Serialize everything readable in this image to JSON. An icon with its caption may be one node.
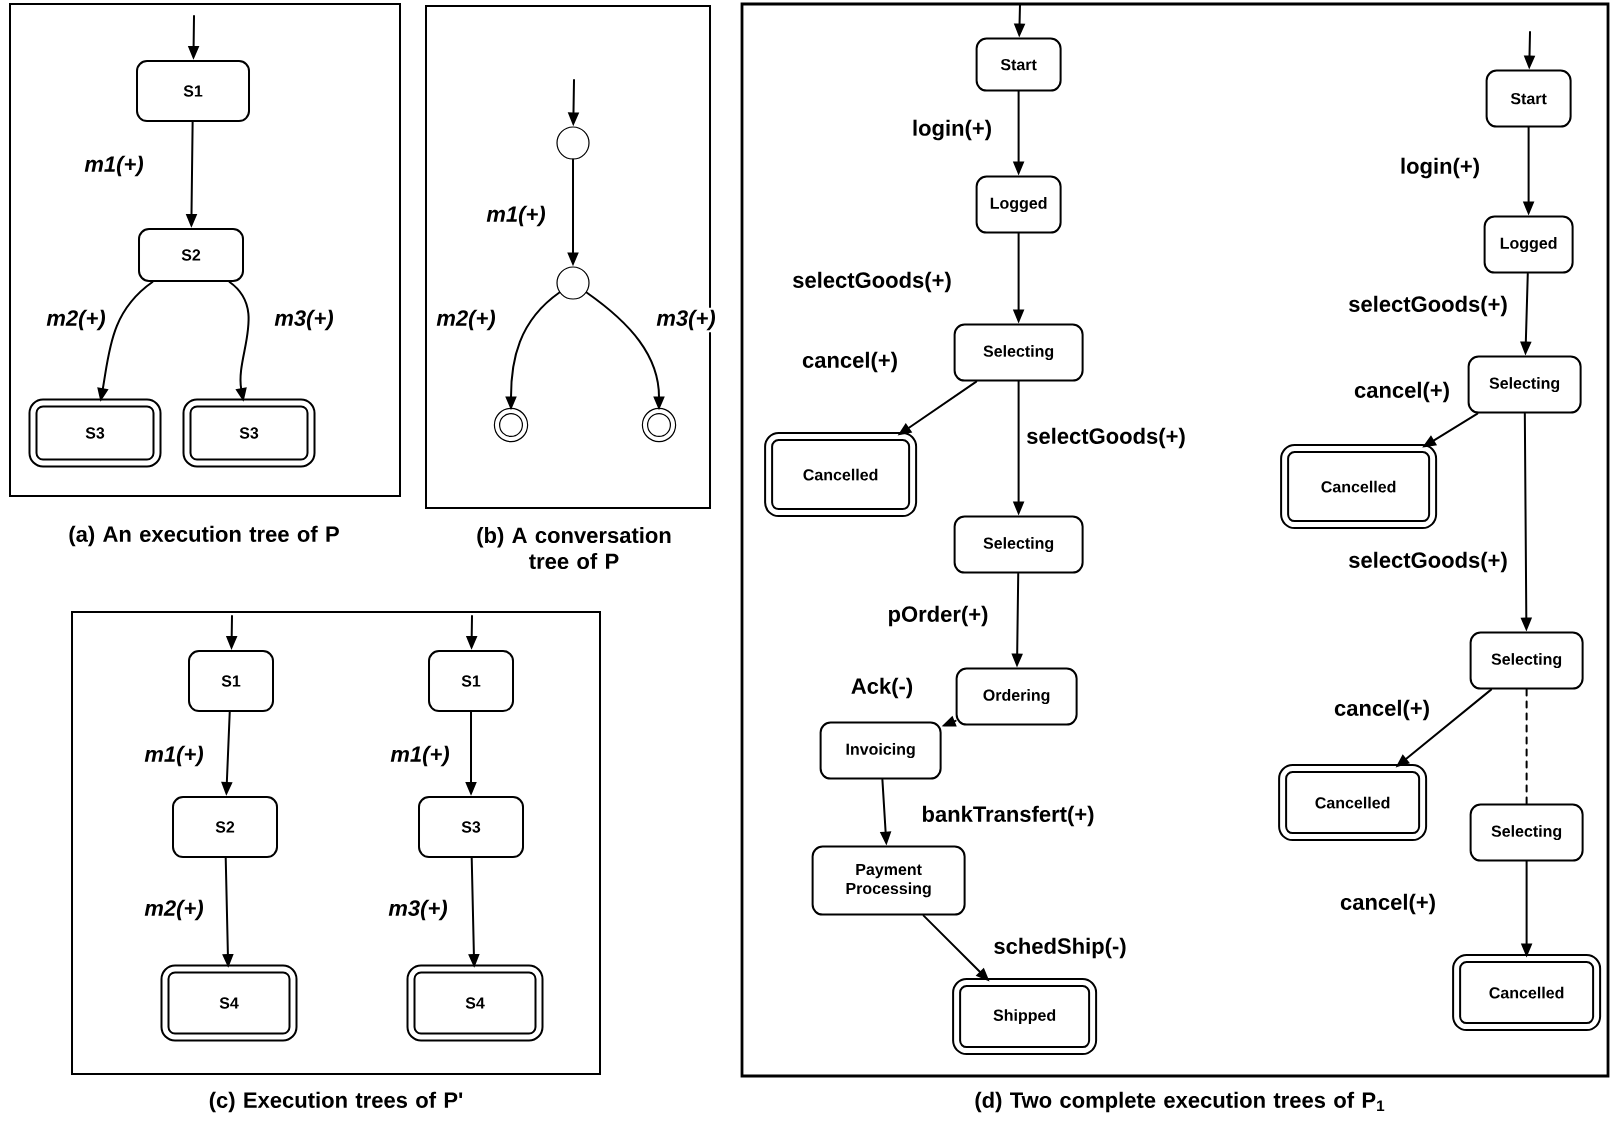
{
  "diagram": {
    "nodes": [
      {
        "text": [
          "(a) An execution tree of P"
        ]
      },
      {
        "text": [
          "S1"
        ],
        "in": 0
      },
      {
        "text": [
          "S2"
        ],
        "in": 0
      },
      {
        "text": [
          "S3"
        ],
        "in": 0
      },
      {
        "text": [
          "S3"
        ],
        "in": 0
      },
      {
        "text": [
          "(b) A conversation tree of P"
        ]
      },
      {
        "text": [],
        "shape": "circle",
        "in": 5
      },
      {
        "text": [],
        "shape": "circle",
        "in": 5
      },
      {
        "text": [],
        "shape": "circle",
        "in": 5
      },
      {
        "text": [],
        "shape": "circle",
        "in": 5
      },
      {
        "text": [
          "(c) Execution trees of P'"
        ]
      },
      {
        "text": [
          "S1"
        ],
        "in": 10
      },
      {
        "text": [
          "S2"
        ],
        "in": 10
      },
      {
        "text": [
          "S4"
        ],
        "in": 10
      },
      {
        "text": [
          "S1"
        ],
        "in": 10
      },
      {
        "text": [
          "S3"
        ],
        "in": 10
      },
      {
        "text": [
          "S4"
        ],
        "in": 10
      },
      {
        "text": [
          "(d) Two complete execution trees of P$_{1}$"
        ]
      },
      {
        "text": [
          "Start"
        ],
        "in": 17
      },
      {
        "text": [
          "Logged"
        ],
        "in": 17
      },
      {
        "text": [
          "Selecting"
        ],
        "in": 17
      },
      {
        "text": [
          "Cancelled"
        ],
        "in": 17
      },
      {
        "text": [
          "Selecting"
        ],
        "in": 17
      },
      {
        "text": [
          "Ordering"
        ],
        "in": 17
      },
      {
        "text": [
          "Invoicing"
        ],
        "in": 17
      },
      {
        "text": [
          "Payment Processing"
        ],
        "in": 17
      },
      {
        "text": [
          "Shipped"
        ],
        "in": 17
      },
      {
        "text": [
          "Start"
        ],
        "in": 17
      },
      {
        "text": [
          "Logged"
        ],
        "in": 17
      },
      {
        "text": [
          "Selecting"
        ],
        "in": 17
      },
      {
        "text": [
          "Cancelled"
        ],
        "in": 17
      },
      {
        "text": [
          "Selecting"
        ],
        "in": 17
      },
      {
        "text": [
          "Cancelled"
        ],
        "in": 17
      },
      {
        "text": [
          "Selecting"
        ],
        "in": 17
      },
      {
        "text": [
          "Cancelled"
        ],
        "in": 17
      }
    ],
    "edges": [
      {
        "from": null,
        "to": 1,
        "arrow": "to"
      },
      {
        "from": 1,
        "to": 2,
        "arrow": "to",
        "label": "m1(+)"
      },
      {
        "from": 2,
        "to": 3,
        "arrow": "to",
        "label": "m2(+)"
      },
      {
        "from": 2,
        "to": 4,
        "arrow": "to",
        "label": "m3(+)"
      },
      {
        "from": null,
        "to": 6,
        "arrow": "to"
      },
      {
        "from": 6,
        "to": 7,
        "arrow": "to",
        "label": "m1(+)"
      },
      {
        "from": 7,
        "to": 8,
        "arrow": "to",
        "label": "m2(+)"
      },
      {
        "from": 7,
        "to": 9,
        "arrow": "to",
        "label": "m3(+)"
      },
      {
        "from": null,
        "to": 11,
        "arrow": "to"
      },
      {
        "from": 11,
        "to": 12,
        "arrow": "to",
        "label": "m1(+)"
      },
      {
        "from": 12,
        "to": 13,
        "arrow": "to",
        "label": "m2(+)"
      },
      {
        "from": null,
        "to": 14,
        "arrow": "to"
      },
      {
        "from": 14,
        "to": 15,
        "arrow": "to",
        "label": "m1(+)"
      },
      {
        "from": 15,
        "to": 16,
        "arrow": "to",
        "label": "m3(+)"
      },
      {
        "from": null,
        "to": 18,
        "arrow": "to"
      },
      {
        "from": 18,
        "to": 19,
        "arrow": "to",
        "label": "login(+)"
      },
      {
        "from": 19,
        "to": 20,
        "arrow": "to",
        "label": "selectGoods(+)"
      },
      {
        "from": 20,
        "to": 21,
        "arrow": "to",
        "label": "cancel(+)"
      },
      {
        "from": 20,
        "to": 22,
        "arrow": "to",
        "label": "selectGoods(+)"
      },
      {
        "from": 22,
        "to": 23,
        "arrow": "to",
        "label": "pOrder(+)"
      },
      {
        "from": 23,
        "to": 24,
        "arrow": "to",
        "label": "Ack(-)"
      },
      {
        "from": 24,
        "to": 25,
        "arrow": "to",
        "label": "bankTransfert(+)"
      },
      {
        "from": 25,
        "to": 26,
        "arrow": "to",
        "label": "schedShip(-)"
      },
      {
        "from": null,
        "to": 27,
        "arrow": "to"
      },
      {
        "from": 27,
        "to": 28,
        "arrow": "to",
        "label": "login(+)"
      },
      {
        "from": 28,
        "to": 29,
        "arrow": "to",
        "label": "selectGoods(+)"
      },
      {
        "from": 29,
        "to": 30,
        "arrow": "to",
        "label": "cancel(+)"
      },
      {
        "from": 29,
        "to": 31,
        "arrow": "to",
        "label": "selectGoods(+)"
      },
      {
        "from": 31,
        "to": 32,
        "arrow": "to",
        "label": "cancel(+)"
      },
      {
        "from": 31,
        "to": 33,
        "arrow": "none",
        "style": "dashed"
      },
      {
        "from": 33,
        "to": 34,
        "arrow": "to",
        "label": "cancel(+)"
      }
    ]
  }
}
